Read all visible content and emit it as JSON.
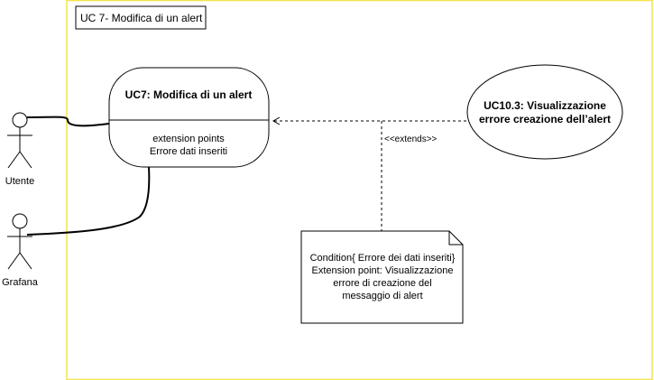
{
  "system_boundary": {
    "title": "UC 7- Modifica di un alert"
  },
  "actors": [
    {
      "id": "utente",
      "label": "Utente"
    },
    {
      "id": "grafana",
      "label": "Grafana"
    }
  ],
  "use_case_main": {
    "title": "UC7: Modifica di un alert",
    "extension_points_label": "extension points",
    "extension_point": "Errore dati inseriti"
  },
  "use_case_ext": {
    "line1": "UC10.3: Visualizzazione",
    "line2": "errore creazione dell’alert"
  },
  "extends_label": "<<extends>>",
  "note": {
    "lines": [
      "Condition{ Errore dei dati inseriti}",
      "Extension point: Visualizzazione",
      "errore di creazione del",
      "messaggio di alert"
    ]
  },
  "colors": {
    "boundary": "#f2e34c",
    "stroke": "#000000",
    "background": "#ffffff"
  }
}
